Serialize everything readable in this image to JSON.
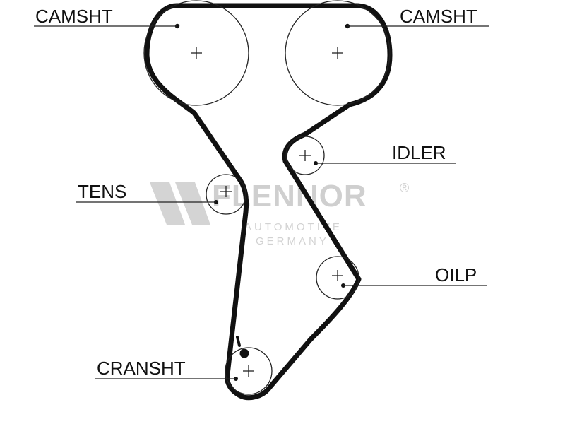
{
  "labels": {
    "camshaft_left": "CAMSHT",
    "camshaft_right": "CAMSHT",
    "idler": "IDLER",
    "tensioner": "TENS",
    "oil_pump": "OILP",
    "crankshaft": "CRANSHT"
  },
  "watermark": {
    "brand": "FLENNOR",
    "registered": "®",
    "line1": "AUTOMOTIVE",
    "line2": "GERMANY"
  },
  "colors": {
    "belt": "#111111",
    "pulley": "#222222",
    "watermark": "#cfcfcf"
  }
}
